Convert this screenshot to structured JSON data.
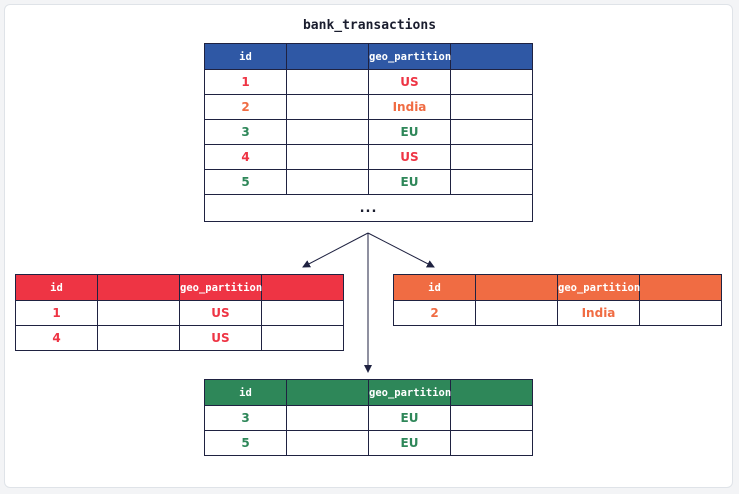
{
  "title": "bank_transactions",
  "colors": {
    "us": "#ee3444",
    "india": "#f06c43",
    "eu": "#2e8759",
    "main_header": "#2f58a5",
    "line": "#1f2241"
  },
  "main_table": {
    "headers": [
      "id",
      "",
      "geo_partition",
      ""
    ],
    "rows": [
      {
        "id": "1",
        "geo": "US",
        "region": "us"
      },
      {
        "id": "2",
        "geo": "India",
        "region": "india"
      },
      {
        "id": "3",
        "geo": "EU",
        "region": "eu"
      },
      {
        "id": "4",
        "geo": "US",
        "region": "us"
      },
      {
        "id": "5",
        "geo": "EU",
        "region": "eu"
      }
    ],
    "ellipsis": "..."
  },
  "us_table": {
    "headers": [
      "id",
      "",
      "geo_partition",
      ""
    ],
    "rows": [
      {
        "id": "1",
        "geo": "US"
      },
      {
        "id": "4",
        "geo": "US"
      }
    ]
  },
  "india_table": {
    "headers": [
      "id",
      "",
      "geo_partition",
      ""
    ],
    "rows": [
      {
        "id": "2",
        "geo": "India"
      }
    ]
  },
  "eu_table": {
    "headers": [
      "id",
      "",
      "geo_partition",
      ""
    ],
    "rows": [
      {
        "id": "3",
        "geo": "EU"
      },
      {
        "id": "5",
        "geo": "EU"
      }
    ]
  }
}
